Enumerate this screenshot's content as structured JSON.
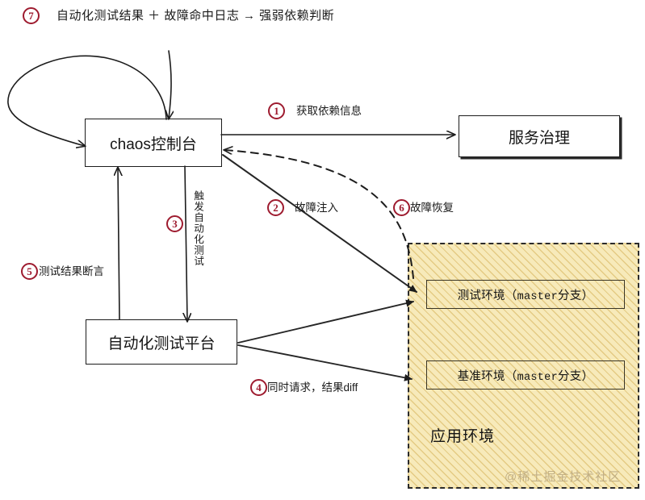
{
  "header": {
    "marker": "⑦",
    "text": "自动化测试结果  ＋  故障命中日志  →  强弱依赖判断"
  },
  "nodes": {
    "chaos_console": "chaos控制台",
    "service_governance": "服务治理",
    "test_platform": "自动化测试平台"
  },
  "environments": {
    "region_label": "应用环境",
    "test_env": "测试环境（master分支）",
    "test_env_prefix": "测试环境（",
    "test_env_mono": "master",
    "test_env_suffix": "分支）",
    "baseline_env": "基准环境（master分支）",
    "baseline_env_prefix": "基准环境（",
    "baseline_env_mono": "master",
    "baseline_env_suffix": "分支）"
  },
  "flows": [
    {
      "marker": "①",
      "label": "获取依赖信息"
    },
    {
      "marker": "②",
      "label": "故障注入"
    },
    {
      "marker": "③",
      "label": "触发自动化测试"
    },
    {
      "marker": "④",
      "label": "同时请求，结果diff"
    },
    {
      "marker": "⑤",
      "label": "测试结果断言"
    },
    {
      "marker": "⑥",
      "label": "故障恢复"
    }
  ],
  "flow_markers": {
    "f1": "1",
    "f2": "2",
    "f3": "3",
    "f4": "4",
    "f5": "5",
    "f6": "6",
    "f7": "7"
  },
  "flow_labels": {
    "f1": "获取依赖信息",
    "f2": "故障注入",
    "f3": "触发自动化测试",
    "f4": "同时请求，结果diff",
    "f5": "测试结果断言",
    "f6": "故障恢复"
  },
  "watermark": "@稀土掘金技术社区",
  "colors": {
    "marker_red": "#9e1b2f",
    "stroke": "#1c1c1c",
    "env_fill": "#f7eaba",
    "env_hatch": "#d6b056",
    "watermark": "#b9a77f"
  }
}
